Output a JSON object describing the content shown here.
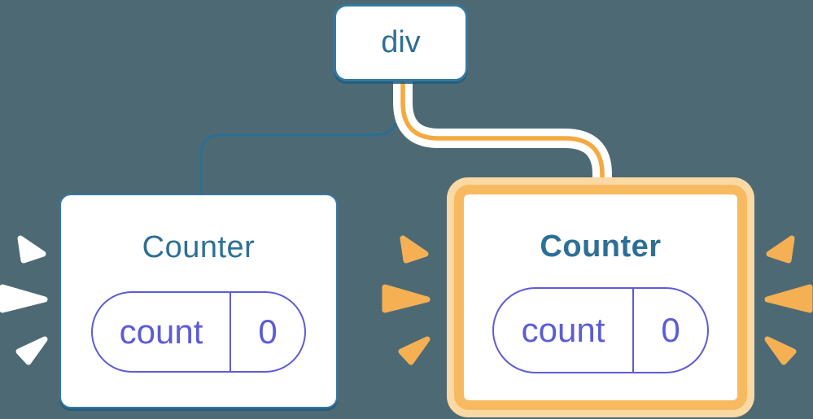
{
  "colors": {
    "bg": "#4d6a74",
    "node-border": "#3579a2",
    "node-text": "#2e6f96",
    "edge-blue": "#2c6d94",
    "indigo": "#5c5cd6",
    "peach": "#fbd9a4",
    "orange-ring": "#f8ba60",
    "orange-edge": "#f5a93f",
    "burst-orange": "#f6b054",
    "burst-white": "#ffffff",
    "card-bg": "#ffffff"
  },
  "icons": {
    "edge_left": "rounded-elbow-connector",
    "edge_right": "highlighted-pipe-connector",
    "burst": "sparkle-burst-rays"
  },
  "tree": {
    "root": {
      "label": "div"
    },
    "children": [
      {
        "title": "Counter",
        "highlighted": false,
        "burst_color": "white",
        "state": {
          "key": "count",
          "value": "0"
        }
      },
      {
        "title": "Counter",
        "highlighted": true,
        "burst_color": "orange",
        "state": {
          "key": "count",
          "value": "0"
        }
      }
    ]
  }
}
